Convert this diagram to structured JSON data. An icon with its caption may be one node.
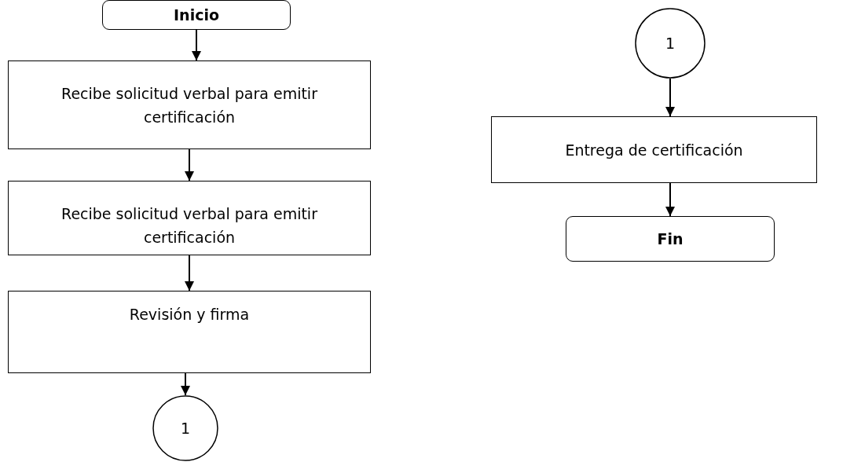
{
  "diagram": {
    "nodes": [
      {
        "text": [
          "Inicio"
        ]
      },
      {
        "text": [
          "Recibe solicitud verbal para emitir certificación"
        ]
      },
      {
        "text": [
          "Recibe solicitud verbal para emitir certificación"
        ]
      },
      {
        "text": [
          "Revisión y firma"
        ]
      },
      {
        "text": [
          "1"
        ]
      },
      {
        "text": [
          "1"
        ]
      },
      {
        "text": [
          "Entrega de certificación"
        ]
      },
      {
        "text": [
          "Fin"
        ]
      }
    ],
    "edges": [
      {
        "from": 0,
        "to": 1,
        "arrow": "to"
      },
      {
        "from": 1,
        "to": 2,
        "arrow": "to"
      },
      {
        "from": 2,
        "to": 3,
        "arrow": "to"
      },
      {
        "from": 3,
        "to": 4,
        "arrow": "to"
      },
      {
        "from": 5,
        "to": 6,
        "arrow": "to"
      },
      {
        "from": 6,
        "to": 7,
        "arrow": "to"
      }
    ]
  }
}
